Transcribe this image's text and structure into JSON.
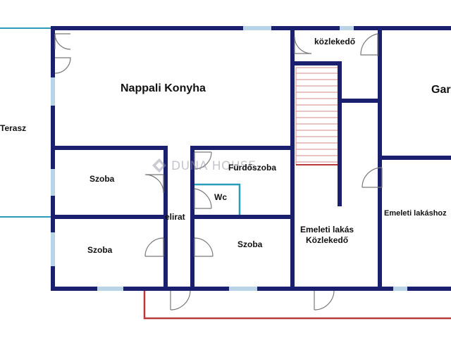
{
  "colors": {
    "wall": "#1a1f6e",
    "window": "#b9d4e6",
    "fence": "#2a9bb8",
    "boundary": "#b83a3a",
    "door": "#7a7a7a",
    "stairs": "#d48a8a"
  },
  "rooms": {
    "nappali": "Nappali Konyha",
    "kozlekedo_top": "közlekedő",
    "garazs": "Gar",
    "terasz": "Terasz",
    "szoba1": "Szoba",
    "furdo": "Fürdőszoba",
    "wc": "Wc",
    "kelirat": "elirat",
    "szoba2": "Szoba",
    "szoba3": "Szoba",
    "emeleti_kozlekedo_l1": "Emeleti lakás",
    "emeleti_kozlekedo_l2": "Közlekedő",
    "emeleti_lakashoz": "Emeleti lakáshoz"
  },
  "watermark": {
    "text": "DUNA HOUSE",
    "logo_icon": "duna-house-logo-icon"
  }
}
